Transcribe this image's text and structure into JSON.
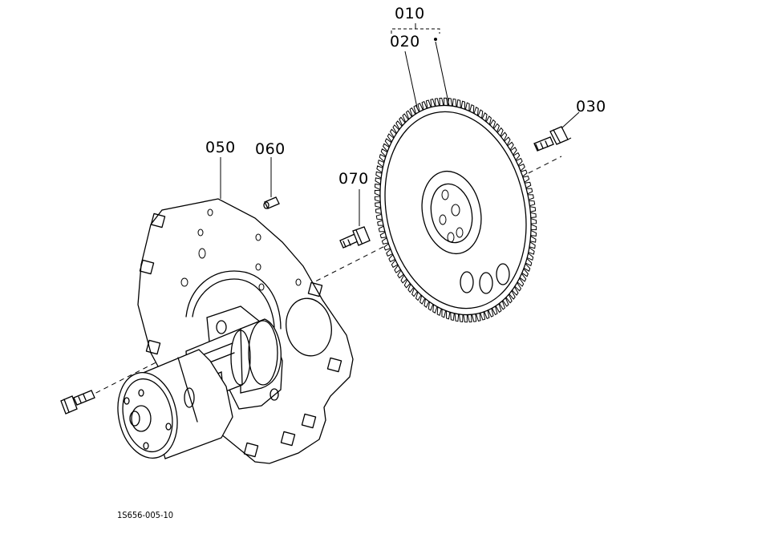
{
  "callouts": [
    {
      "id": "010",
      "text": "010"
    },
    {
      "id": "020",
      "text": "020"
    },
    {
      "id": "030",
      "text": "030"
    },
    {
      "id": "050",
      "text": "050"
    },
    {
      "id": "060",
      "text": "060"
    },
    {
      "id": "070",
      "text": "070"
    }
  ],
  "figure_code": "1S656-005-10"
}
